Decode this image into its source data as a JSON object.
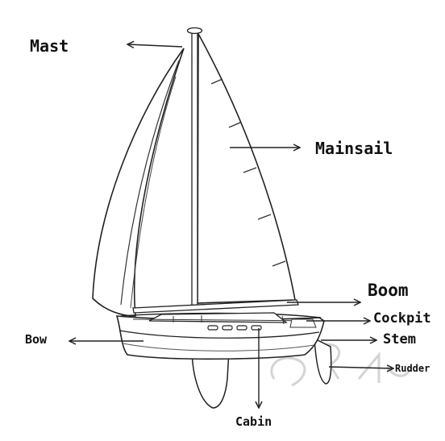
{
  "labels": {
    "mast": "Mast",
    "mainsail": "Mainsail",
    "boom": "Boom",
    "cockpit": "Cockpit",
    "bow": "Bow",
    "stem": "Stem",
    "rudder": "Rudder",
    "cabin": "Cabin"
  },
  "colors": {
    "ink": "#111111",
    "line": "#222222",
    "watermark": "#c9c9c9"
  }
}
